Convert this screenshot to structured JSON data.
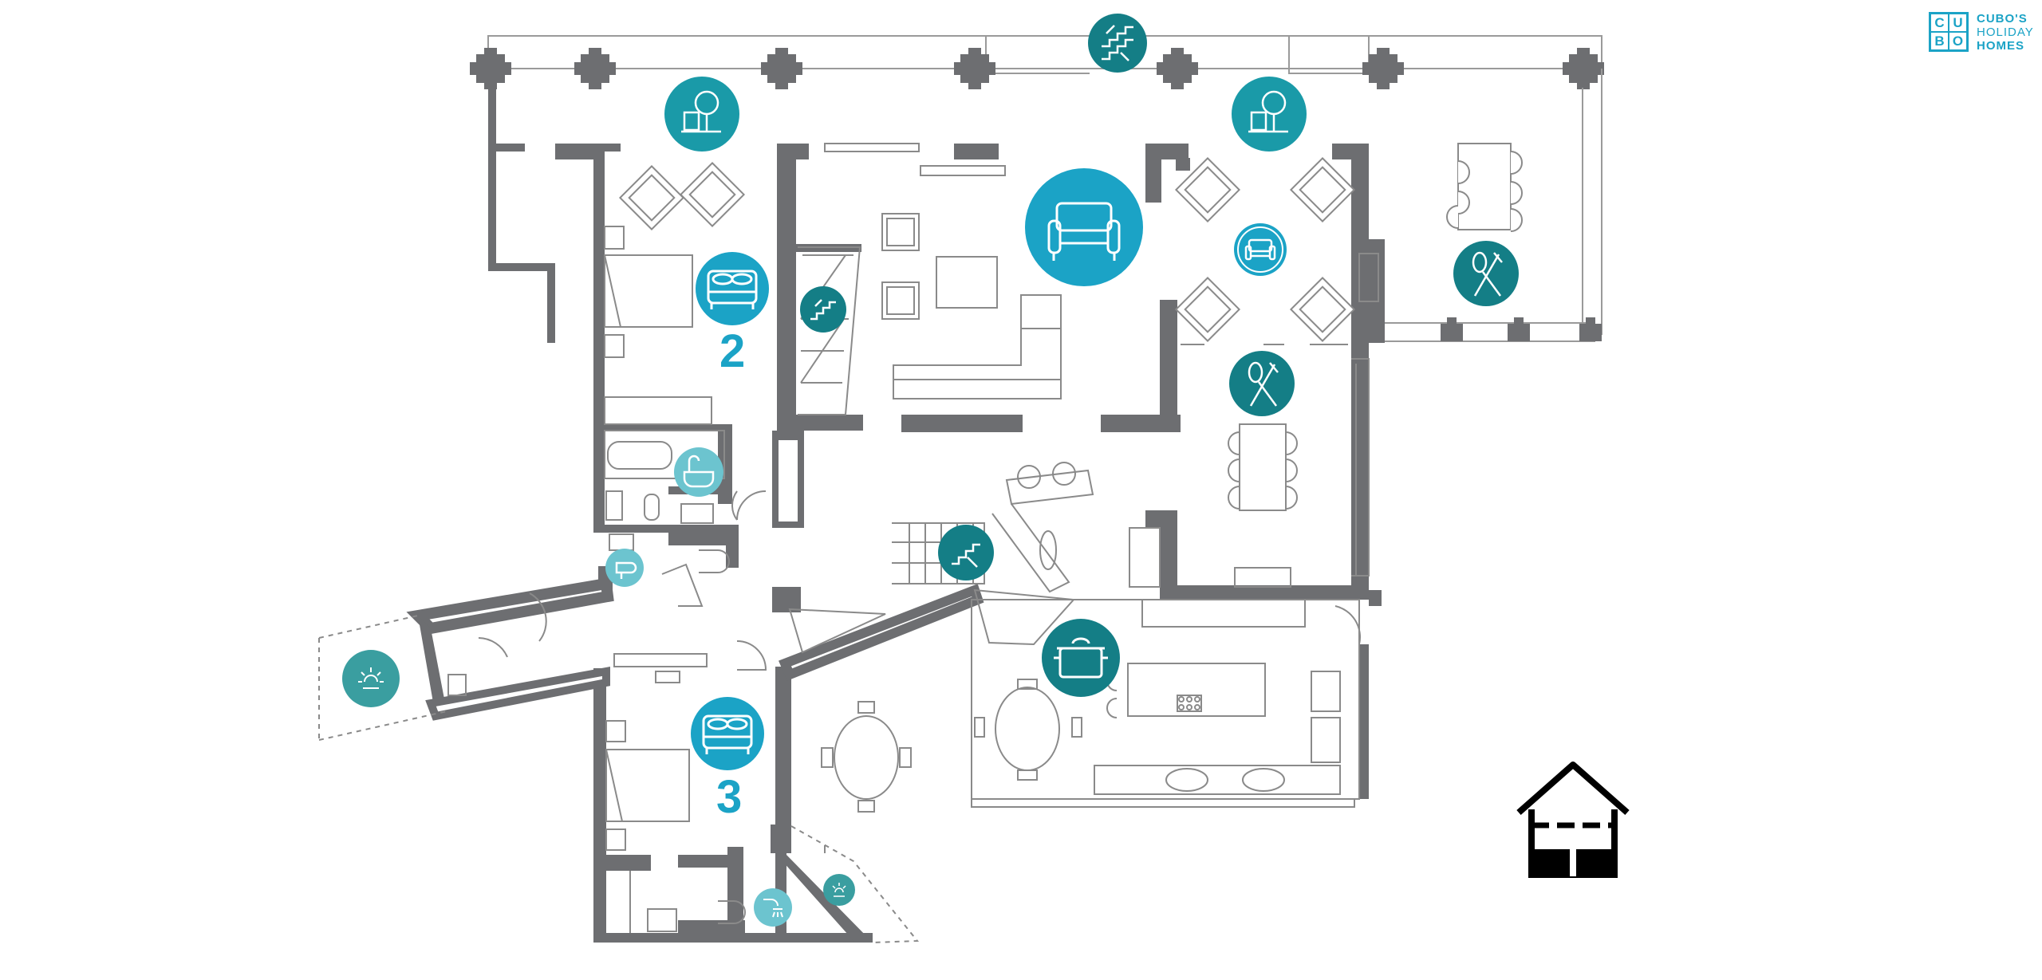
{
  "brand": {
    "logo_letters": [
      "C",
      "U",
      "B",
      "O"
    ],
    "logo_line1": "CUBO'S",
    "logo_line2": "HOLIDAY",
    "logo_line3": "HOMES",
    "color": "#1ba3c6"
  },
  "rooms": {
    "bedroom_2_label": "2",
    "bedroom_3_label": "3"
  },
  "colors": {
    "wall": "#6d6e71",
    "line": "#9a9a9a",
    "icon_teal_dark": "#147e86",
    "icon_teal_mid": "#1a9aa8",
    "icon_teal_light": "#6cc4cf",
    "icon_blue": "#1ba3c6"
  },
  "icons": [
    "terrace-garden-icon",
    "stairs-icon",
    "living-room-sofa-icon",
    "armchair-icon",
    "dining-icon",
    "bedroom-double-bed-icon",
    "bathtub-icon",
    "toilet-sink-icon",
    "kitchen-pot-icon",
    "sun-patio-icon",
    "shower-icon",
    "house-floor-indicator-icon"
  ]
}
